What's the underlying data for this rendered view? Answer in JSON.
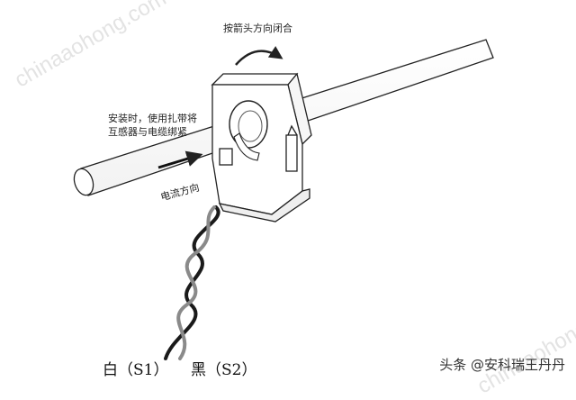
{
  "labels": {
    "close_direction": "按箭头方向闭合",
    "install_line1": "安装时，使用扎带将",
    "install_line2": "互感器与电缆绑紧",
    "current_direction": "电流方向",
    "wire_white": "白（S1）",
    "wire_black": "黑（S2）"
  },
  "watermark": "chinaaohong.com",
  "credit": "头条 @安科瑞王丹丹",
  "colors": {
    "line": "#222222",
    "wire_black": "#1a1a1a",
    "wire_white": "#8a8a8a"
  }
}
